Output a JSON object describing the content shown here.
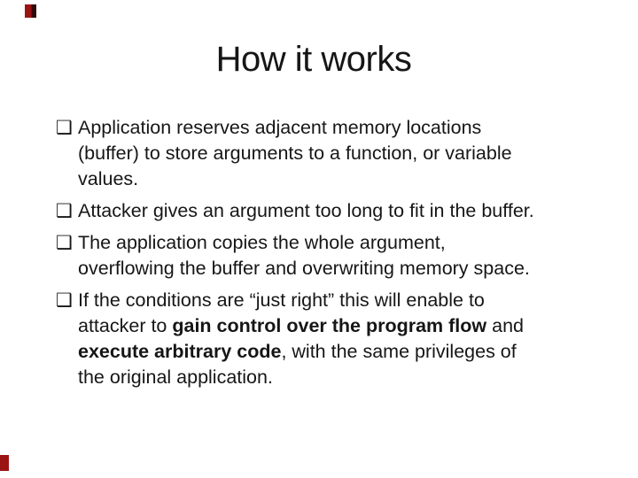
{
  "slide": {
    "title": "How it works",
    "bullet_glyph": "❑",
    "bullets": [
      {
        "lines": [
          [
            {
              "t": "Application reserves adjacent memory locations"
            }
          ],
          [
            {
              "t": "(buffer) to store arguments to a function, or variable"
            }
          ],
          [
            {
              "t": "values."
            }
          ]
        ]
      },
      {
        "lines": [
          [
            {
              "t": "Attacker gives an argument too long to fit in the buffer."
            }
          ]
        ]
      },
      {
        "lines": [
          [
            {
              "t": "The application copies the whole argument,"
            }
          ],
          [
            {
              "t": "overflowing the buffer and overwriting memory space."
            }
          ]
        ]
      },
      {
        "lines": [
          [
            {
              "t": "If the conditions are “just right” this will enable to"
            }
          ],
          [
            {
              "t": "attacker to "
            },
            {
              "t": "gain control over the program flow",
              "bold": true
            },
            {
              "t": " and"
            }
          ],
          [
            {
              "t": "execute arbitrary code",
              "bold": true
            },
            {
              "t": ", with the same privileges of"
            }
          ],
          [
            {
              "t": "the original application."
            }
          ]
        ]
      }
    ],
    "colors": {
      "background": "#ffffff",
      "text": "#161616",
      "artifact_red": "#9b1414",
      "artifact_dark_red": "#330808"
    }
  }
}
